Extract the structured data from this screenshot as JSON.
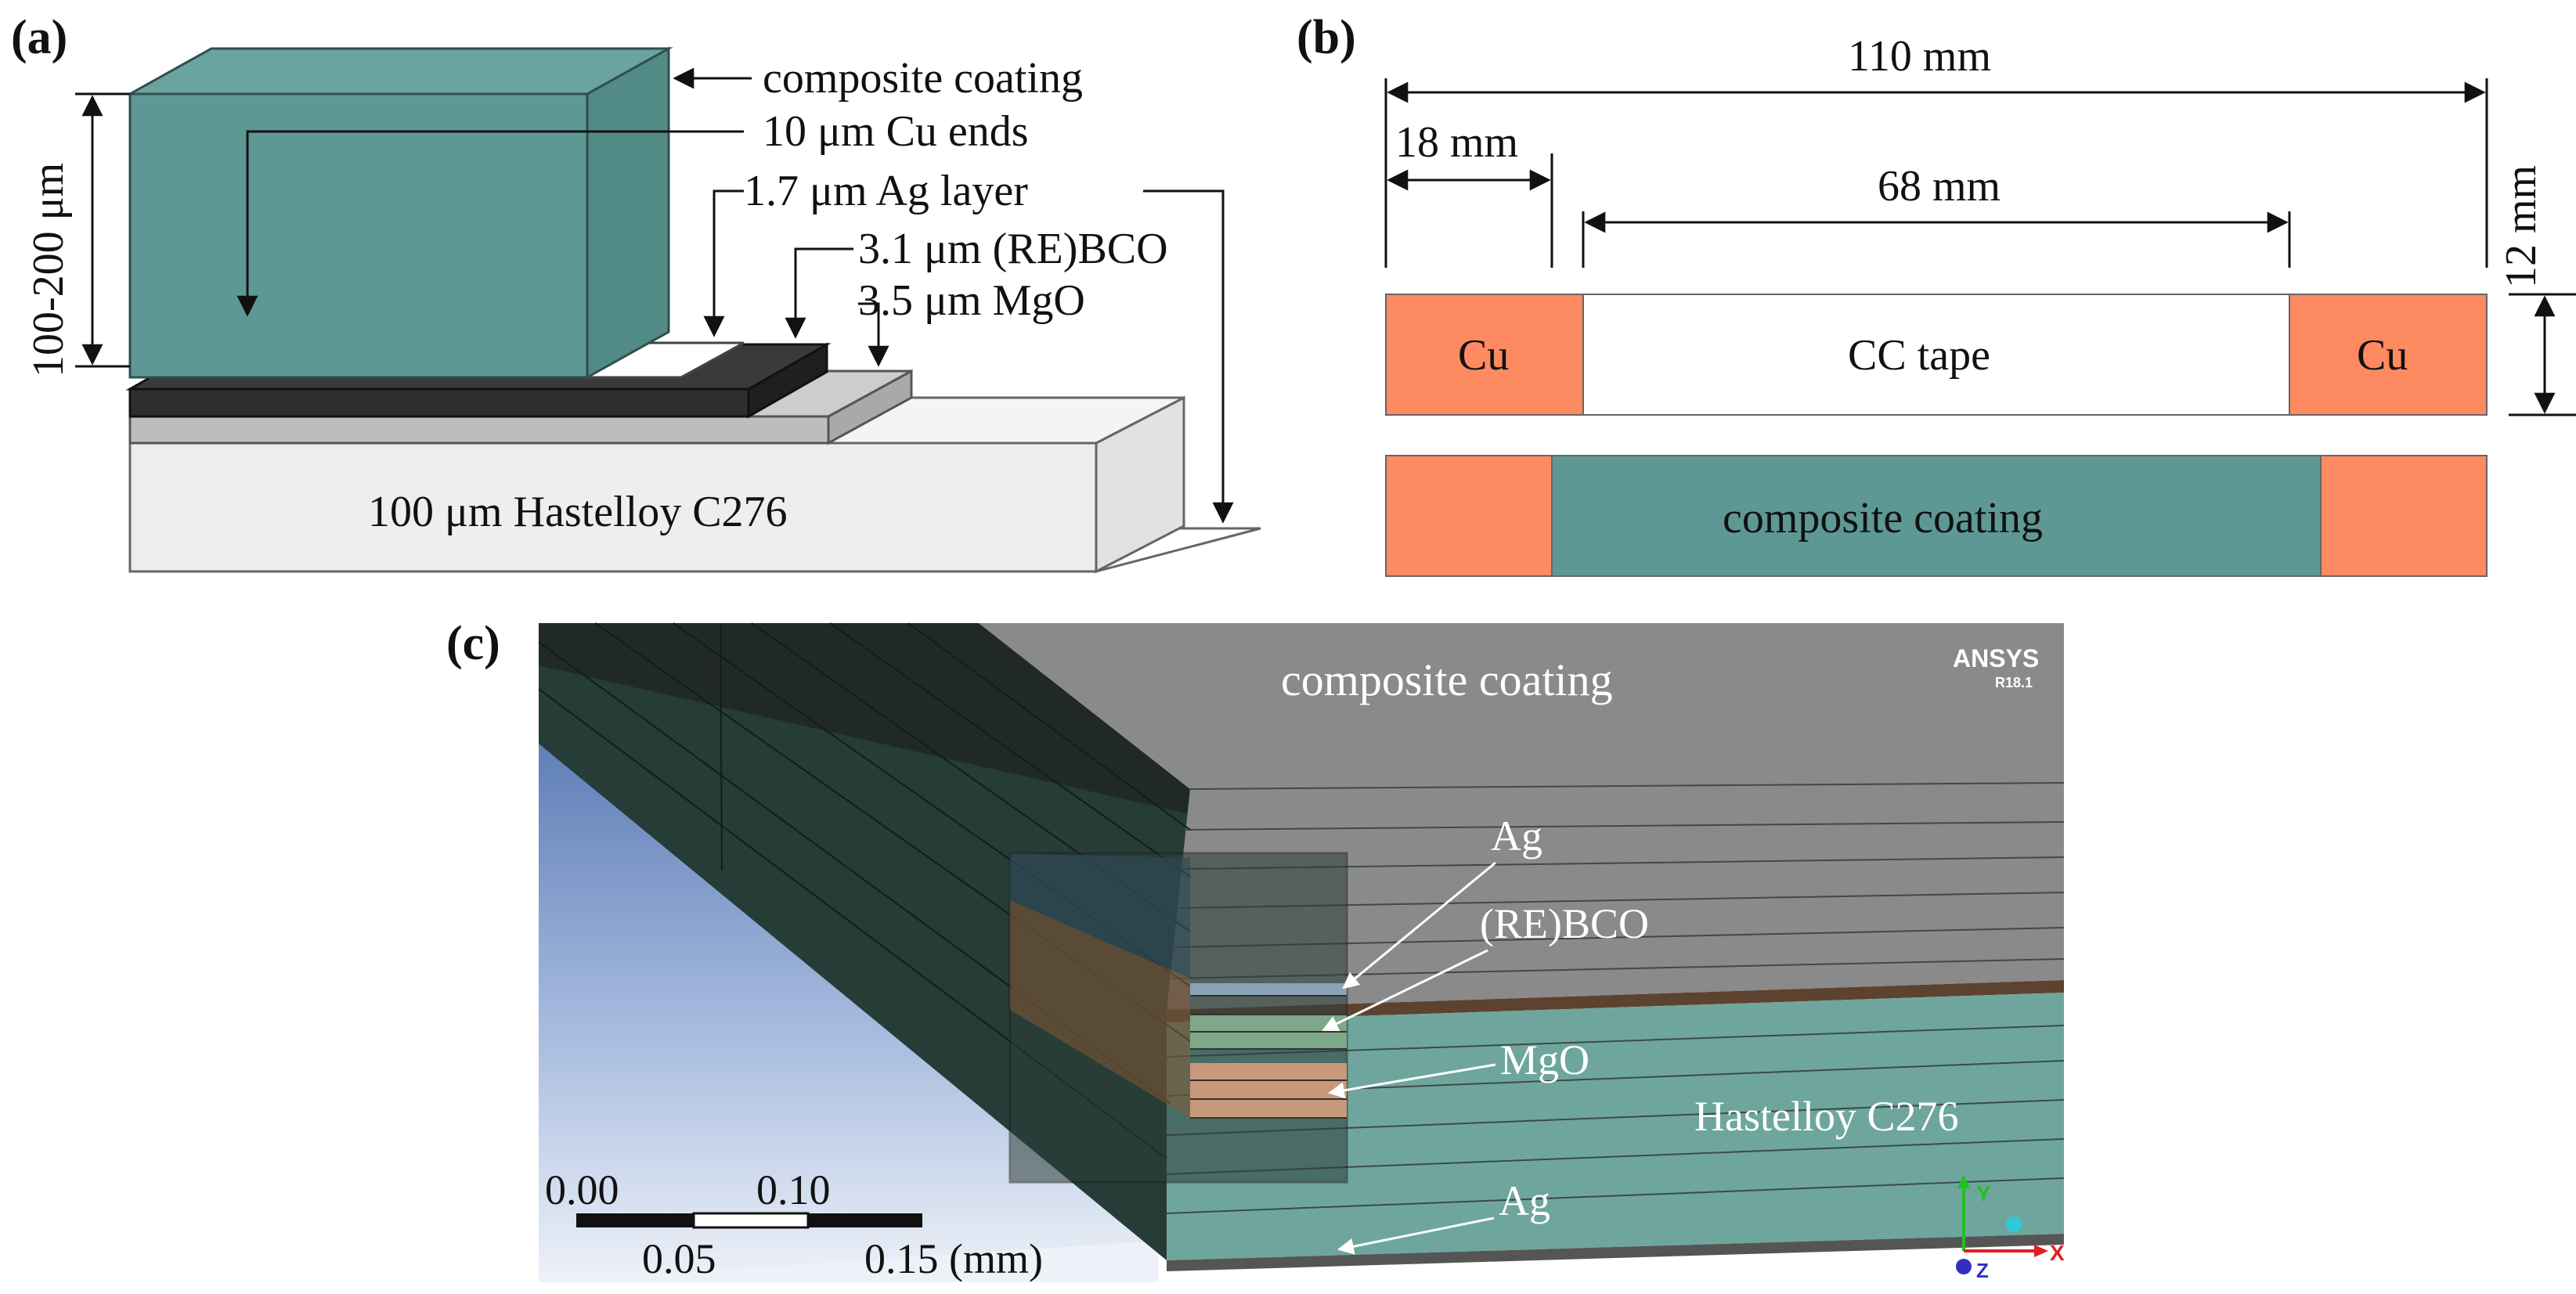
{
  "panels": {
    "a": {
      "tag": "(a)",
      "height_label": "100-200 μm",
      "callouts": {
        "coating": "composite coating",
        "cu_ends": "10 μm Cu ends",
        "ag": "1.7 μm Ag layer",
        "rebco": "3.1 μm (RE)BCO",
        "mgo": "3.5 μm MgO"
      },
      "substrate": "100 μm Hastelloy C276"
    },
    "b": {
      "tag": "(b)",
      "total_length": "110 mm",
      "end_length": "18 mm",
      "middle_length": "68 mm",
      "width": "12 mm",
      "cu_left": "Cu",
      "tape": "CC tape",
      "cu_right": "Cu",
      "coating": "composite coating"
    },
    "c": {
      "tag": "(c)",
      "coating": "composite coating",
      "brand": "ANSYS",
      "version": "R18.1",
      "ag_top": "Ag",
      "rebco": "(RE)BCO",
      "mgo": "MgO",
      "hastelloy": "Hastelloy C276",
      "ag_bottom": "Ag",
      "scale": {
        "t0": "0.00",
        "t1": "0.10",
        "t2": "0.05",
        "t3": "0.15 (mm)"
      },
      "axes": {
        "y": "Y",
        "x": "X",
        "z": "Z"
      }
    }
  },
  "colors": {
    "coating": "#5e9894",
    "copper": "#fd8a60",
    "mesh_dark": "#253d36",
    "mesh_top": "#8a8a8a",
    "hastelloy_mesh": "#6ea69d",
    "sky": "#7d98c8"
  }
}
